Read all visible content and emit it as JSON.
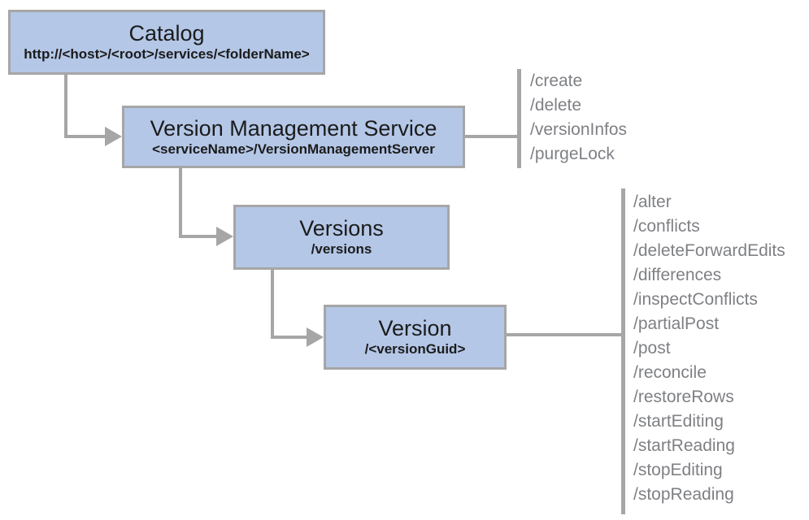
{
  "diagram": {
    "nodes": {
      "catalog": {
        "title": "Catalog",
        "subtitle": "http://<host>/<root>/services/<folderName>"
      },
      "vms": {
        "title": "Version Management Service",
        "subtitle": "<serviceName>/VersionManagementServer",
        "operations": [
          "/create",
          "/delete",
          "/versionInfos",
          "/purgeLock"
        ]
      },
      "versions": {
        "title": "Versions",
        "subtitle": "/versions"
      },
      "version": {
        "title": "Version",
        "subtitle": "/<versionGuid>",
        "operations": [
          "/alter",
          "/conflicts",
          "/deleteForwardEdits",
          "/differences",
          "/inspectConflicts",
          "/partialPost",
          "/post",
          "/reconcile",
          "/restoreRows",
          "/startEditing",
          "/startReading",
          "/stopEditing",
          "/stopReading"
        ]
      }
    },
    "colors": {
      "box_fill": "#b4c7e7",
      "box_border": "#a6a6a6",
      "connector": "#a6a6a6",
      "operation_text": "#7f8084",
      "title_text": "#1b1b1b"
    }
  }
}
